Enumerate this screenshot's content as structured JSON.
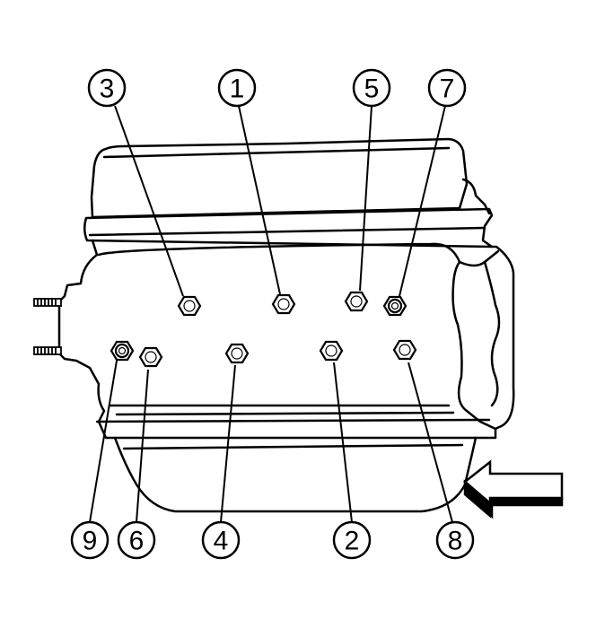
{
  "diagram": {
    "colors": {
      "line": "#000000",
      "fill": "#ffffff"
    },
    "callouts": [
      {
        "id": "3",
        "label": "3"
      },
      {
        "id": "1",
        "label": "1"
      },
      {
        "id": "5",
        "label": "5"
      },
      {
        "id": "7",
        "label": "7"
      },
      {
        "id": "9",
        "label": "9"
      },
      {
        "id": "6",
        "label": "6"
      },
      {
        "id": "4",
        "label": "4"
      },
      {
        "id": "2",
        "label": "2"
      },
      {
        "id": "8",
        "label": "8"
      }
    ],
    "arrow": {
      "icon": "direction-arrow-icon"
    }
  }
}
